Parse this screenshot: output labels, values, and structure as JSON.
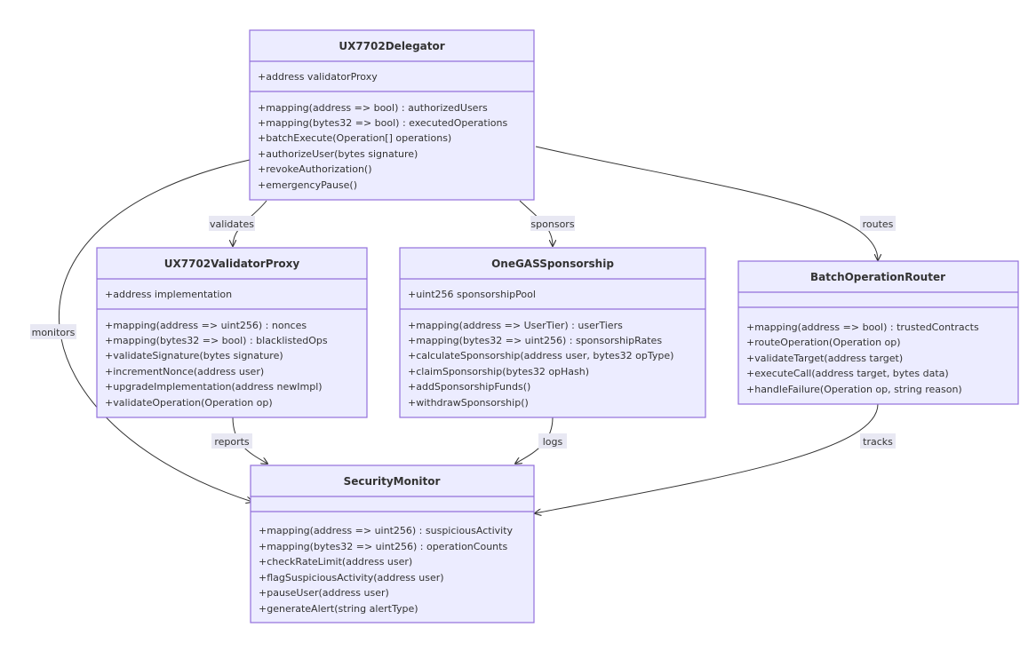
{
  "classes": [
    {
      "id": "ux7702delegator",
      "name": "UX7702Delegator",
      "attributes": [
        "+address validatorProxy"
      ],
      "methods": [
        "+mapping(address => bool) : authorizedUsers",
        "+mapping(bytes32 => bool) : executedOperations",
        "+batchExecute(Operation[] operations)",
        "+authorizeUser(bytes signature)",
        "+revokeAuthorization()",
        "+emergencyPause()"
      ]
    },
    {
      "id": "ux7702validatorproxy",
      "name": "UX7702ValidatorProxy",
      "attributes": [
        "+address implementation"
      ],
      "methods": [
        "+mapping(address => uint256) : nonces",
        "+mapping(bytes32 => bool) : blacklistedOps",
        "+validateSignature(bytes signature)",
        "+incrementNonce(address user)",
        "+upgradeImplementation(address newImpl)",
        "+validateOperation(Operation op)"
      ]
    },
    {
      "id": "onegassponsorship",
      "name": "OneGASSponsorship",
      "attributes": [
        "+uint256 sponsorshipPool"
      ],
      "methods": [
        "+mapping(address => UserTier) : userTiers",
        "+mapping(bytes32 => uint256) : sponsorshipRates",
        "+calculateSponsorship(address user, bytes32 opType)",
        "+claimSponsorship(bytes32 opHash)",
        "+addSponsorshipFunds()",
        "+withdrawSponsorship()"
      ]
    },
    {
      "id": "batchoperationrouter",
      "name": "BatchOperationRouter",
      "attributes": [],
      "methods": [
        "+mapping(address => bool) : trustedContracts",
        "+routeOperation(Operation op)",
        "+validateTarget(address target)",
        "+executeCall(address target, bytes data)",
        "+handleFailure(Operation op, string reason)"
      ]
    },
    {
      "id": "securitymonitor",
      "name": "SecurityMonitor",
      "attributes": [],
      "methods": [
        "+mapping(address => uint256) : suspiciousActivity",
        "+mapping(bytes32 => uint256) : operationCounts",
        "+checkRateLimit(address user)",
        "+flagSuspiciousActivity(address user)",
        "+pauseUser(address user)",
        "+generateAlert(string alertType)"
      ]
    }
  ],
  "relations": [
    {
      "id": "validates",
      "from": "UX7702Delegator",
      "to": "UX7702ValidatorProxy",
      "label": "validates"
    },
    {
      "id": "sponsors",
      "from": "UX7702Delegator",
      "to": "OneGASSponsorship",
      "label": "sponsors"
    },
    {
      "id": "routes",
      "from": "UX7702Delegator",
      "to": "BatchOperationRouter",
      "label": "routes"
    },
    {
      "id": "monitors",
      "from": "UX7702Delegator",
      "to": "SecurityMonitor",
      "label": "monitors"
    },
    {
      "id": "reports",
      "from": "UX7702ValidatorProxy",
      "to": "SecurityMonitor",
      "label": "reports"
    },
    {
      "id": "logs",
      "from": "OneGASSponsorship",
      "to": "SecurityMonitor",
      "label": "logs"
    },
    {
      "id": "tracks",
      "from": "BatchOperationRouter",
      "to": "SecurityMonitor",
      "label": "tracks"
    }
  ]
}
